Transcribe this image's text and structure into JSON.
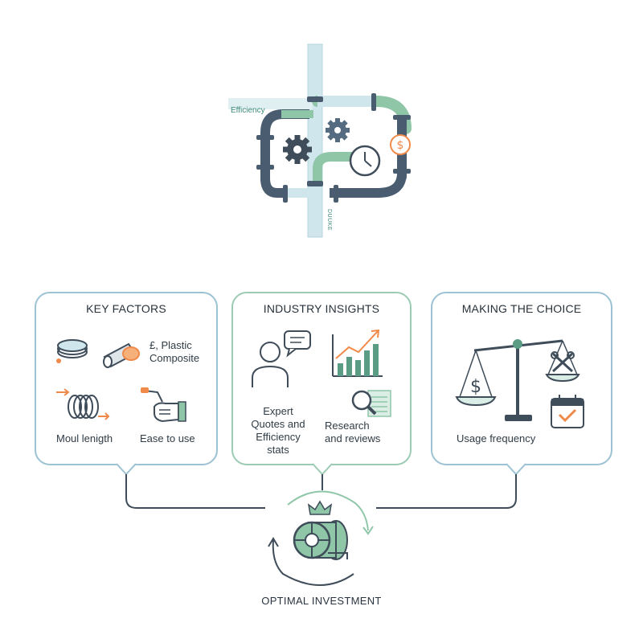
{
  "top_graphic": {
    "label_left": "Efficiency",
    "label_bottom": "DUUKE"
  },
  "panels": [
    {
      "title": "KEY FACTORS",
      "items": [
        "£, Plastic\nComposite",
        "Moul lenigth",
        "Ease to use"
      ]
    },
    {
      "title": "INDUSTRY INSIGHTS",
      "items": [
        "Expert\nQuotes and\nEfficiency stats",
        "Research\nand reviews"
      ]
    },
    {
      "title": "MAKING THE CHOICE",
      "items": [
        "Usage frequency"
      ]
    }
  ],
  "result": {
    "title": "OPTIMAL INVESTMENT"
  },
  "colors": {
    "pipe_dark": "#4a5d70",
    "pipe_green": "#8fc6a8",
    "pipe_light": "#cfe6ec",
    "accent_orange": "#f08a4b",
    "panel_border_blue": "#9cc2d3",
    "panel_border_green": "#9ccbb4",
    "chart_green": "#5a9c84"
  }
}
